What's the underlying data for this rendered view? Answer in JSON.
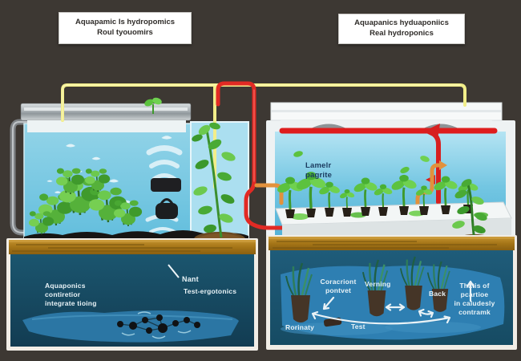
{
  "title_boxes": {
    "left": {
      "line1": "Aquapamic Is hydropomics",
      "line2": "Roul tyouomirs"
    },
    "right": {
      "line1": "Aquapanics hyduaponiics",
      "line2": "Real hydroponics"
    }
  },
  "left_system": {
    "underground_caption": {
      "line1": "Aquaponics",
      "line2": "contiretior",
      "line3": "integrate tioing"
    },
    "callout": {
      "label": "Nant",
      "sublabel": "Test-ergotonics"
    }
  },
  "right_system": {
    "panel_label": {
      "line1": "Lamelr",
      "line2": "pagrite"
    },
    "underground_labels": {
      "top_left": {
        "line1": "Coracriont",
        "line2": "pontvet"
      },
      "verning": "Verning",
      "back": "Back",
      "right_note": {
        "line1": "Thatis of",
        "line2": "pcartioe",
        "line3": "in caludesly",
        "line4": "contramk"
      },
      "bottom_left": "Rorinaty",
      "bottom_mid": "Test"
    }
  },
  "colors": {
    "background": "#3d3833",
    "tank_water": "#7ccadf",
    "panel_water": "#6fc4e2",
    "deep_left": "#1b566f",
    "deep_right": "#1f5c7a",
    "wood": "#a57517",
    "pipe_red": "#e01f1f",
    "pipe_orange": "#e2913c",
    "wire_yellow": "#f2ee8a",
    "pipe_gray": "#85898c",
    "plant_green": "#55b13a",
    "label_text": "#e9f3f7"
  }
}
